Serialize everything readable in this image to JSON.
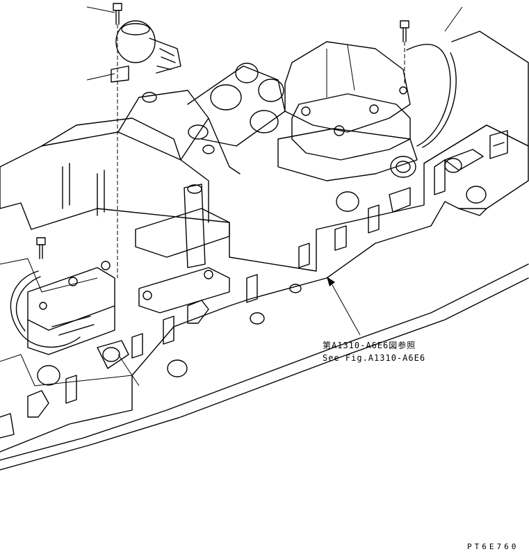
{
  "annotation": {
    "reference_jp": "第A1310-A6E6図参照",
    "reference_en": "See Fig.A1310-A6E6"
  },
  "figure_code": "PT6E760",
  "colors": {
    "ink": "#000000",
    "paper": "#ffffff"
  }
}
